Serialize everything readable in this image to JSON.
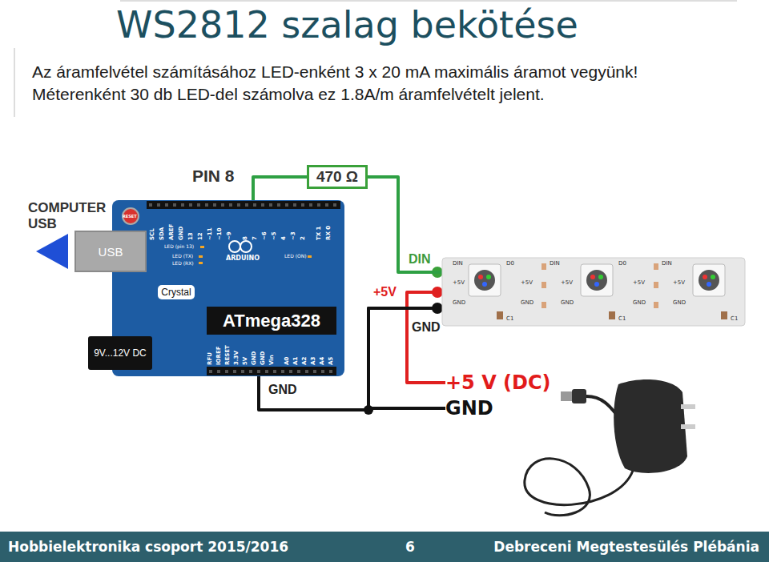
{
  "diagram": {
    "title": "WS2812 szalag bekötése",
    "nodes": [
      {
        "text": [
          "ARDUINO"
        ]
      },
      {
        "text": [
          "USB"
        ],
        "in": 0
      },
      {
        "text": [
          "Crystal"
        ],
        "in": 0
      },
      {
        "text": [
          "ATmega328"
        ],
        "in": 0
      },
      {
        "text": [
          "9V...12V DC"
        ],
        "in": 0
      },
      {
        "text": [
          "470 Ω"
        ]
      },
      {
        "text": [
          "DIN",
          "+5V",
          "GND"
        ]
      },
      {
        "text": [
          "+5 V (DC)",
          "GND"
        ]
      }
    ],
    "edges": [
      {
        "from": 0,
        "to": 5,
        "arrow": "none"
      },
      {
        "from": 5,
        "to": 6,
        "arrow": "none"
      },
      {
        "from": 0,
        "to": 6,
        "arrow": "none"
      },
      {
        "from": 7,
        "to": 6,
        "arrow": "none"
      },
      {
        "from": 7,
        "to": 6,
        "arrow": "none"
      }
    ],
    "labels": [
      "Az áramfelvétel számításához LED-enként 3 x 20 mA maximális áramot vegyünk!",
      "Méterenként 30 db LED-del számolva ez 1.8A/m áramfelvételt jelent.",
      "PIN 8",
      "COMPUTER USB",
      "DIN",
      "+5V",
      "GND",
      "GND",
      "RESET",
      "SCL",
      "SDA",
      "AREF",
      "GND",
      "13",
      "12",
      "~11",
      "~10",
      "~9",
      "8",
      "7",
      "~6",
      "~5",
      "4",
      "~3",
      "2",
      "TX 1",
      "RX 0",
      "RFU",
      "IOREF",
      "RESET",
      "3.3V",
      "5V",
      "GND",
      "GND",
      "Vin",
      "A0",
      "A1",
      "A2",
      "A3",
      "A4",
      "A5",
      "LED (pin 13)",
      "LED (TX)",
      "LED (RX)",
      "LED (ON)",
      "D0",
      "DIN",
      "+5V",
      "+5V",
      "GND",
      "GND",
      "C1",
      "D0",
      "DIN",
      "+5V",
      "+5V",
      "GND",
      "GND",
      "C1",
      "C1",
      "Hobbielektronika csoport 2015/2016",
      "6",
      "Debreceni Megtestesülés Plébánia"
    ]
  }
}
